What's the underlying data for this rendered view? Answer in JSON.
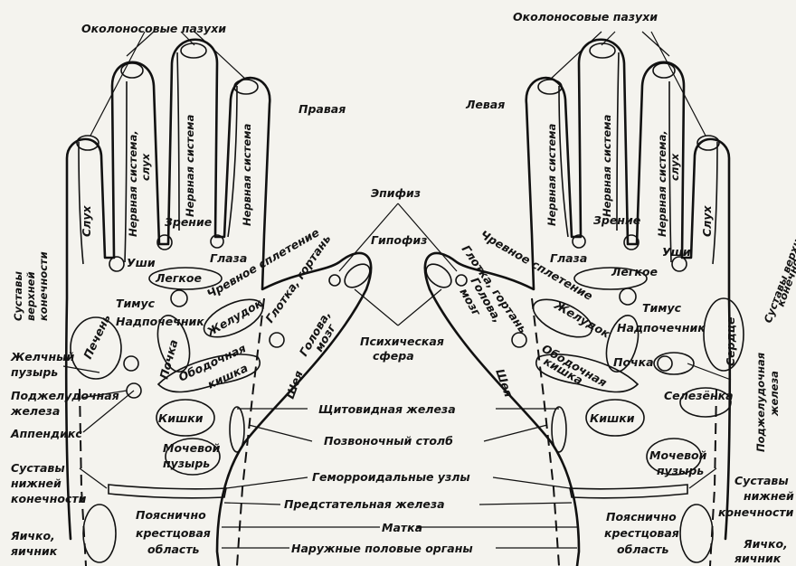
{
  "labels": {
    "sinuses": "Околоносовые пазухи",
    "right": "Правая",
    "left": "Левая",
    "hearing": "Слух",
    "nervous_system": "Нервная система",
    "nervous_system_hearing_1": "Нервная система,",
    "nervous_system_hearing_2": "слух",
    "vision": "Зрение",
    "ears": "Уши",
    "eyes": "Глаза",
    "epiphysis": "Эпифиз",
    "hypophysis": "Гипофиз",
    "solar_plexus": "Чревное сплетение",
    "throat_larynx": "Глотка, гортань",
    "head_brain_1": "Голова,",
    "head_brain_2": "мозг",
    "psychic_sphere_1": "Психическая",
    "psychic_sphere_2": "сфера",
    "neck": "Шея",
    "lung": "Легкое",
    "thymus": "Тимус",
    "adrenal": "Надпочечник",
    "stomach": "Желудок",
    "kidney": "Почка",
    "colon_1": "Ободочная",
    "colon_2": "кишка",
    "intestines": "Кишки",
    "bladder_1": "Мочевой",
    "bladder_2": "пузырь",
    "liver": "Печень",
    "heart": "Сердце",
    "spleen": "Селезёнка",
    "upper_joints_1": "Суставы",
    "upper_joints_2": "верхней",
    "upper_joints_3": "конечности",
    "upper_joints_right_1": "Суставы верхней",
    "upper_joints_right_2": "конечности",
    "gall_bladder_1": "Желчный",
    "gall_bladder_2": "пузырь",
    "pancreas_1": "Поджелудочная",
    "pancreas_2": "железа",
    "pancreas_right_1": "Поджелудочная",
    "pancreas_right_2": "железа",
    "appendix": "Аппендикс",
    "lower_joints_1": "Суставы",
    "lower_joints_2": "нижней",
    "lower_joints_3": "конечности",
    "testis_1": "Яичко,",
    "testis_2": "яичник",
    "lumbosacral_1": "Пояснично",
    "lumbosacral_2": "крестцовая",
    "lumbosacral_3": "область",
    "thyroid": "Щитовидная железа",
    "spine": "Позвоночный столб",
    "hemorrhoids": "Геморроидальные узлы",
    "prostate": "Предстательная железа",
    "uterus": "Матка",
    "genitals": "Наружные половые органы"
  }
}
